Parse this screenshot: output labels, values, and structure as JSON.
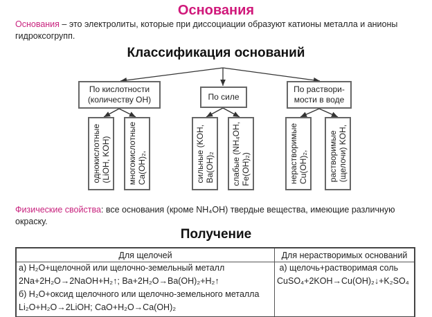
{
  "title": "Основания",
  "definition": {
    "term": "Основания",
    "text": " – это электролиты, которые при диссоциации образуют катионы металла и анионы гидроксогрупп."
  },
  "classification": {
    "heading": "Классификация оснований",
    "groups": [
      {
        "label": "По кислотности (количеству OH)",
        "children": [
          {
            "line1": "однокислотные",
            "line2": "(LiOH, KOH)"
          },
          {
            "line1": "многокислотные",
            "line2": "Ca(OH)₂,"
          }
        ]
      },
      {
        "label": "По силе",
        "children": [
          {
            "line1": "сильные (KOH,",
            "line2": "Ba(OH)₂"
          },
          {
            "line1": "слабые (NH₄OH,",
            "line2": "Fe(OH)₂)"
          }
        ]
      },
      {
        "label": "По раствори-мости в воде",
        "children": [
          {
            "line1": "нерастворимые",
            "line2": "Cu(OH)₂,"
          },
          {
            "line1": "растворимые",
            "line2": "(щелочи) KOH,"
          }
        ]
      }
    ]
  },
  "physical": {
    "term": "Физические свойства",
    "text": ": все основания (кроме NH₄OH) твердые вещества, имеющие различную окраску."
  },
  "obtaining": {
    "heading": "Получение",
    "columns": [
      "Для щелочей",
      "Для нерастворимых оснований"
    ],
    "col1": [
      "а) H₂O+щелочной или щелочно-земельный металл",
      "2Na+2H₂O→2NaOH+H₂↑; Ba+2H₂O→Ba(OH)₂+H₂↑",
      "б) H₂O+оксид щелочного или щелочно-земельного металла",
      "Li₂O+H₂O→2LiOH; CaO+H₂O→Ca(OH)₂"
    ],
    "col2": [
      " а) щелочь+растворимая соль",
      "CuSO₄+2KOH→Cu(OH)₂↓+K₂SO₄"
    ]
  }
}
